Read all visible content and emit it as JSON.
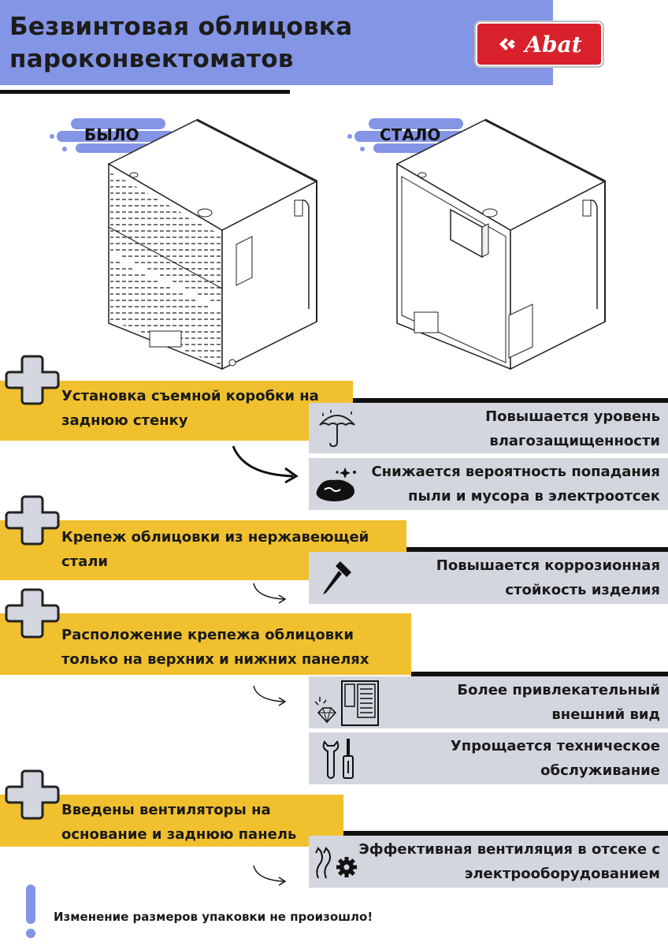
{
  "header": {
    "title_line1": "Безвинтовая облицовка",
    "title_line2": "пароконвектоматов",
    "logo_text": "Abat",
    "accent_color": "#8495e6",
    "logo_color": "#d8212b"
  },
  "comparison": {
    "before_label": "БЫЛО",
    "after_label": "СТАЛО"
  },
  "features": [
    {
      "text_line1": "Установка съемной коробки на",
      "text_line2": "заднюю стенку",
      "benefits": [
        {
          "icon": "umbrella-icon",
          "line1": "Повышается уровень",
          "line2": "влагозащищенности"
        },
        {
          "icon": "dust-cleaning-icon",
          "line1": "Снижается вероятность попадания",
          "line2": "пыли и мусора в электроотсек"
        }
      ]
    },
    {
      "text_line1": "Крепеж облицовки из нержавеющей",
      "text_line2": "стали",
      "benefits": [
        {
          "icon": "screw-icon",
          "line1": "Повышается коррозионная",
          "line2": "стойкость изделия"
        }
      ]
    },
    {
      "text_line1": "Расположение крепежа облицовки",
      "text_line2": "только на верхних и нижних панелях",
      "benefits": [
        {
          "icon": "appliance-diamond-icon",
          "line1": "Более привлекательный",
          "line2": "внешний вид"
        },
        {
          "icon": "wrench-screwdriver-icon",
          "line1": "Упрощается техническое",
          "line2": "обслуживание"
        }
      ]
    },
    {
      "text_line1": "Введены вентиляторы на",
      "text_line2": "основание  и заднюю панель",
      "benefits": [
        {
          "icon": "airflow-gear-icon",
          "line1": "Эффективная вентиляция в отсеке с",
          "line2": "электрооборудованием"
        }
      ]
    }
  ],
  "footer_note": "Изменение размеров упаковки не произошло!",
  "colors": {
    "feature_bar": "#f0c02f",
    "benefit_box": "#d3d6de",
    "plus_fill": "#d3d6de"
  }
}
